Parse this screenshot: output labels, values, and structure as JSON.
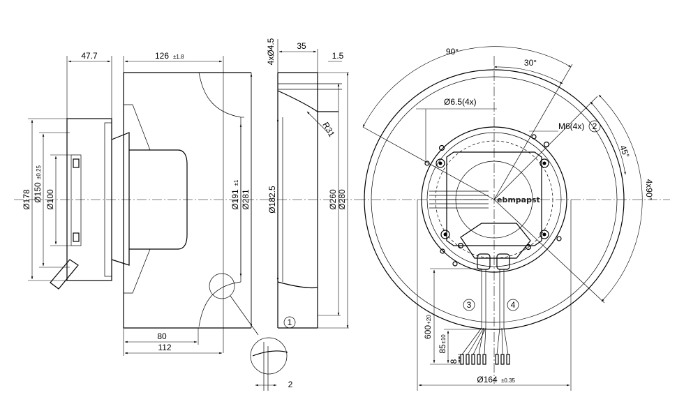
{
  "side_view": {
    "dim_flange_offset": "47.7",
    "dim_height": "126",
    "dim_height_tol": "±1.8",
    "dia_flange": "Ø178",
    "dia_pitch": "Ø150",
    "dia_pitch_tol": "±0.25",
    "dia_hub": "Ø100",
    "dia_wheel": "Ø191",
    "dia_wheel_tol": "±1",
    "dia_outer": "Ø281",
    "dim_80": "80",
    "dim_112": "112"
  },
  "section_view": {
    "holes": "4xØ4.5",
    "dim_35": "35",
    "dim_1_5": "1.5",
    "radius": "R31",
    "dia_inlet": "Ø182.5",
    "dia_260": "Ø260",
    "dia_280": "Ø280",
    "callout_1": "1",
    "detail_2": "2"
  },
  "front_view": {
    "angle_90": "90°",
    "angle_30": "30°",
    "angle_45": "45°",
    "angle_4x90": "4x90°",
    "holes_6_5": "Ø6.5(4x)",
    "thread_m6": "M6(4x)",
    "callout_2": "2",
    "callout_3": "3",
    "callout_4": "4",
    "cable_length": "600",
    "cable_tol": "+20",
    "strip_length": "85",
    "strip_tol": "±10",
    "dim_8": "8",
    "dia_164": "Ø164",
    "dia_164_tol": "±0.35",
    "logo_text": "ebmpapst"
  }
}
